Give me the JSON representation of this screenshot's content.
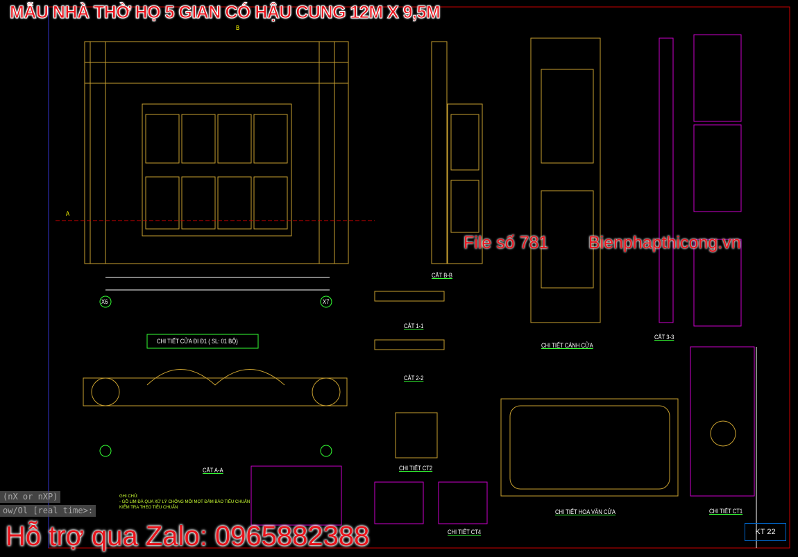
{
  "title": "MẪU NHÀ THỜ HỌ 5 GIAN CÓ HẬU CUNG 12M X 9,5M",
  "watermark": {
    "file": "File số 781",
    "site": "Bienphapthicong.vn"
  },
  "support": "Hỗ trợ qua Zalo: 0965882388",
  "command_line": [
    "(nX or nXP)",
    "ow/Ol  [real time>:"
  ],
  "sheet_number": "KT 22",
  "note": {
    "heading": "GHI CHÚ:",
    "lines": [
      "- GỖ LIM ĐÃ QUA XỬ LÝ CHỐNG MỐI MỌT ĐẢM BẢO TIÊU CHUẨN",
      "KIỂM TRA THEO TIÊU CHUẨN"
    ]
  },
  "labels": {
    "door_detail": "CHI TIẾT CỬA ĐI Đ1 ( SL: 01 BỘ)",
    "section_aa": "CẮT A-A",
    "section_bb": "CẮT B-B",
    "section_11": "CẮT 1-1",
    "section_22": "CẮT 2-2",
    "section_33": "CẮT 3-3",
    "ct2": "CHI TIẾT CT2",
    "ct4": "CHI TIẾT CT4",
    "ct1": "CHI TIẾT CT1",
    "door_leaf": "CHI TIẾT CÁNH CỬA",
    "pattern": "CHI TIẾT HOA VĂN CỬA",
    "grid_x6": "X6",
    "grid_x7": "X7",
    "mark_a": "A",
    "mark_b": "B"
  },
  "colors": {
    "background": "#000000",
    "lines": "#c8a030",
    "dims": "#ffffff",
    "section": "#e0e000",
    "callout": "#cc00cc",
    "watermark": "#e8141c"
  }
}
